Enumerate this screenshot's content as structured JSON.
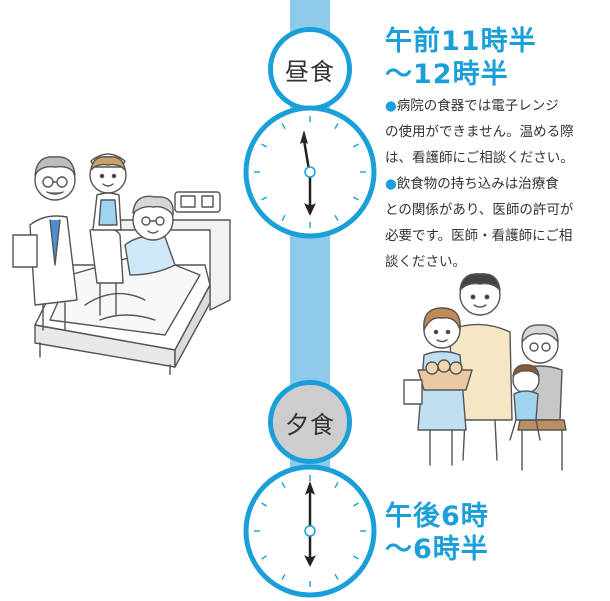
{
  "lunch": {
    "meal_label": "昼食",
    "time_line1": "午前11時半",
    "time_line2": "～12時半"
  },
  "dinner": {
    "meal_label": "夕食",
    "time_line1": "午後6時",
    "time_line2": "～6時半"
  },
  "notes": [
    {
      "bullet": "●",
      "lines": [
        "病院の食器では電子レンジ",
        "の使用ができません。温める際",
        "は、看護師にご相談ください。"
      ]
    },
    {
      "bullet": "●",
      "lines": [
        "飲食物の持ち込みは治療食",
        "との関係があり、医師の許可が",
        "必要です。医師・看護師にご相",
        "談ください。"
      ]
    }
  ],
  "icons": {
    "lunch_clock": "clock-12-30-icon",
    "dinner_clock": "clock-6-30-icon"
  },
  "colors": {
    "accent": "#1a9fd8",
    "timeline": "#8ecbea",
    "dinner_circle_fill": "#cdcdcd",
    "text": "#333333"
  }
}
